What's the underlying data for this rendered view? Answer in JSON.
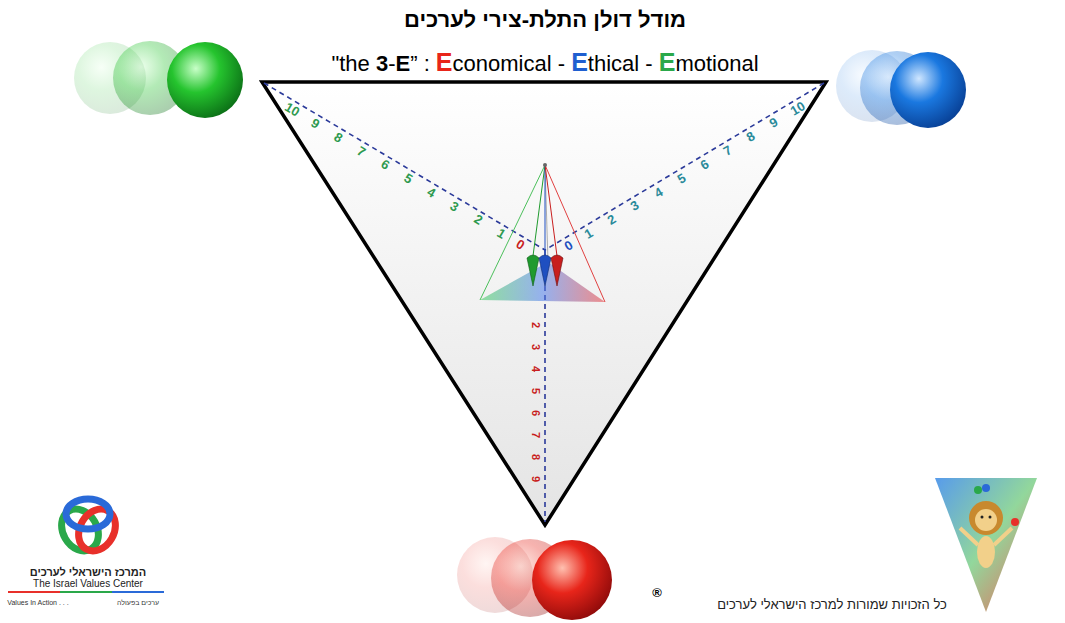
{
  "diagram": {
    "title": "מודל דולן התלת-צירי לערכים",
    "labels": [
      "\"the 3-E” : Economical - Ethical - Emotional",
      "10",
      "9",
      "8",
      "7",
      "6",
      "5",
      "4",
      "3",
      "2",
      "1",
      "0",
      "0",
      "1",
      "2",
      "3",
      "4",
      "5",
      "6",
      "7",
      "8",
      "9",
      "10",
      "2",
      "3",
      "4",
      "5",
      "6",
      "7",
      "8",
      "9",
      "המרכז הישראלי לערכים",
      "The Israel Values Center",
      "Values In Action . . .",
      "ערכים בפעולה",
      "כל הזכויות שמורות למרכז הישראלי לערכים",
      "®"
    ]
  }
}
